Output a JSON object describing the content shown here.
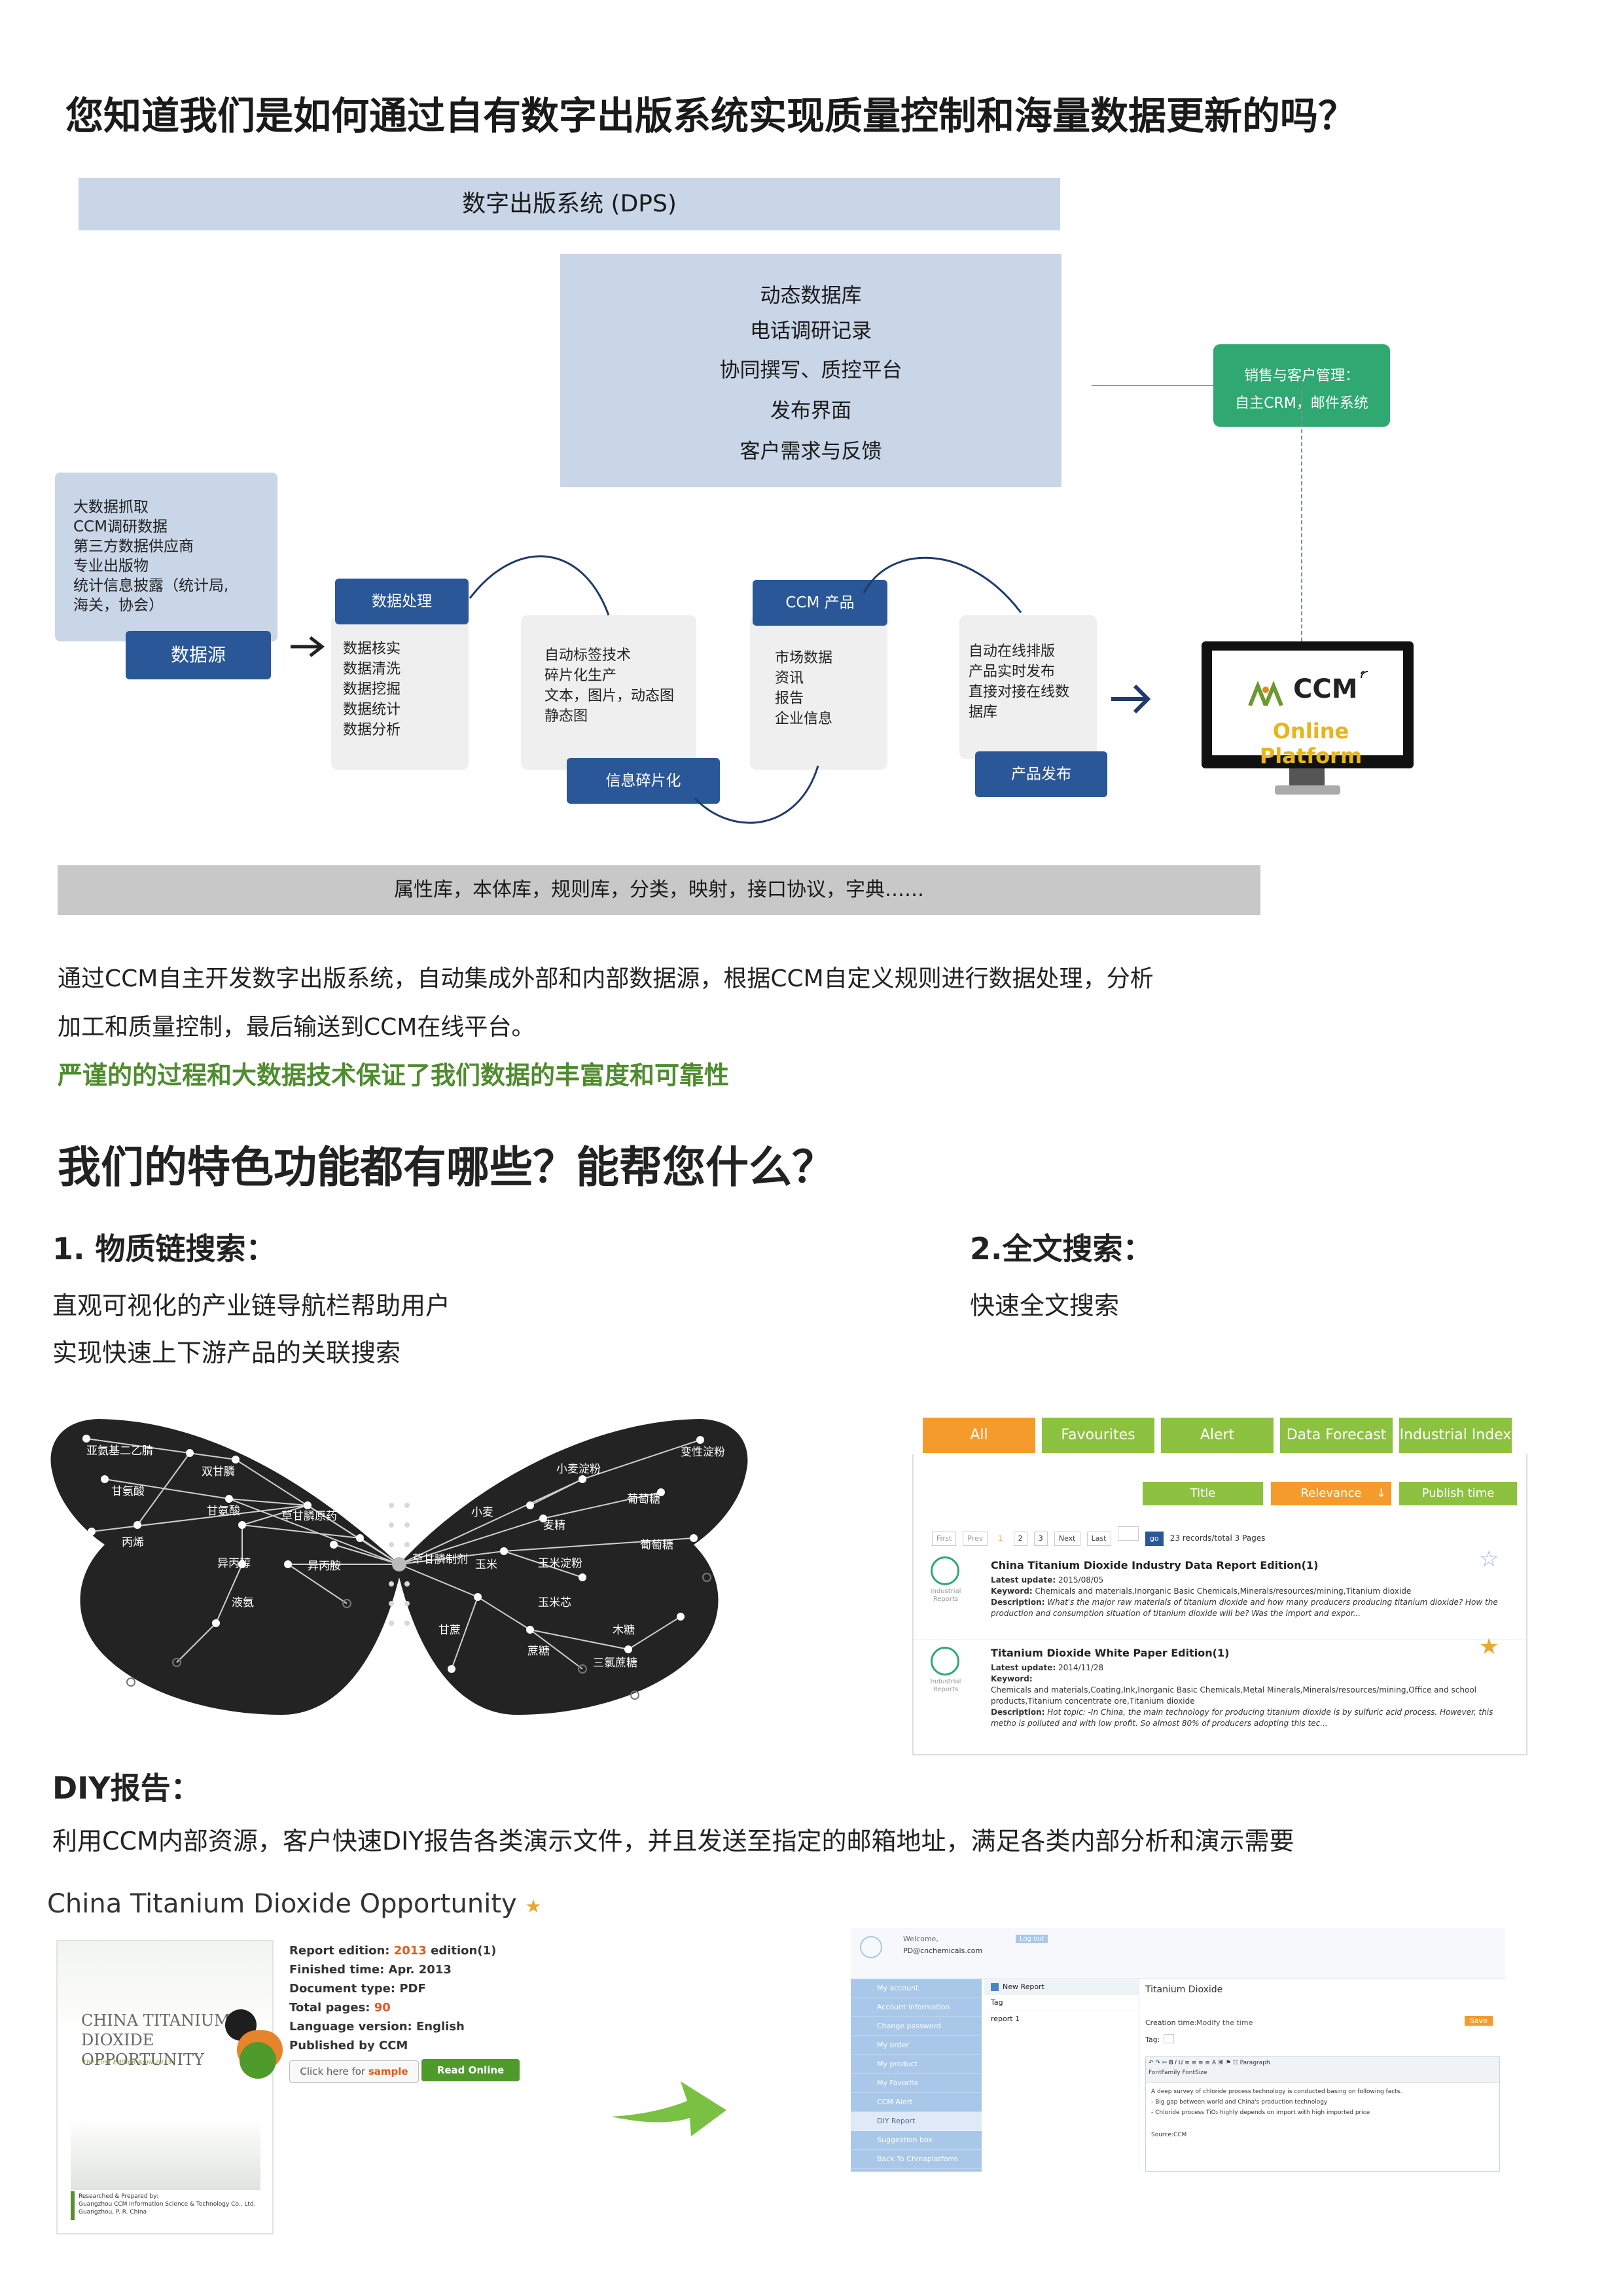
{
  "page_title": "您知道我们是如何通过自有数字出版系统实现质量控制和海量数据更新的吗？",
  "dps": {
    "title": "数字出版系统 (DPS)",
    "tools": [
      "动态数据库",
      "电话调研记录",
      "协同撰写、质控平台",
      "发布界面",
      "客户需求与反馈"
    ],
    "crm": [
      "销售与客户管理：",
      "自主CRM，邮件系统"
    ],
    "sources": [
      "大数据抓取",
      "CCM调研数据",
      "第三方数据供应商",
      "专业出版物",
      "统计信息披露（统计局,",
      "海关，协会）"
    ],
    "source_label": "数据源",
    "processing_label": "数据处理",
    "processing_items": [
      "数据核实",
      "数据清洗",
      "数据挖掘",
      "数据统计",
      "数据分析"
    ],
    "fragment_items": [
      "自动标签技术",
      "碎片化生产",
      "文本，图片，动态图",
      "静态图"
    ],
    "fragment_label": "信息碎片化",
    "product_label": "CCM 产品",
    "product_items": [
      "市场数据",
      "资讯",
      "报告",
      "企业信息"
    ],
    "publish_items": [
      "自动在线排版",
      "产品实时发布",
      "直接对接在线数",
      "据库"
    ],
    "publish_label": "产品发布",
    "platform_name": "CCM",
    "platform_sub": "Online Platform",
    "bottom_bar": "属性库，本体库，规则库，分类，映射，接口协议，字典……"
  },
  "intro": {
    "line1": "通过CCM自主开发数字出版系统，自动集成外部和内部数据源，根据CCM自定义规则进行数据处理，分析",
    "line2": "加工和质量控制，最后输送到CCM在线平台。",
    "highlight": "严谨的的过程和大数据技术保证了我们数据的丰富度和可靠性"
  },
  "features_title": "我们的特色功能都有哪些？能帮您什么？",
  "feature1": {
    "title": "1.  物质链搜索：",
    "line1": "直观可视化的产业链导航栏帮助用户",
    "line2": "实现快速上下游产品的关联搜索"
  },
  "feature2": {
    "title": "2.全文搜索：",
    "line1": "快速全文搜索"
  },
  "butterfly": {
    "left": [
      "亚氨基二乙腈",
      "双甘膦",
      "甘氨酸",
      "甘氨酸",
      "草甘膦原药",
      "丙烯",
      "异丙醇",
      "异丙胺",
      "液氨"
    ],
    "right": [
      "变性淀粉",
      "小麦淀粉",
      "小麦",
      "葡萄糖",
      "麦精",
      "葡萄糖",
      "草甘膦制剂",
      "玉米",
      "玉米淀粉",
      "玉米芯",
      "甘蔗",
      "木糖",
      "蔗糖",
      "三氯蔗糖"
    ]
  },
  "search_ui": {
    "tabs": [
      "All",
      "Favourites",
      "Alert",
      "Data Forecast",
      "Industrial Index"
    ],
    "sort_buttons": [
      "Title",
      "Relevance",
      "Publish time"
    ],
    "pager": [
      "First",
      "Prev",
      "1",
      "2",
      "3",
      "Next",
      "Last",
      "go"
    ],
    "pager_info": "23 records/total 3 Pages",
    "results": [
      {
        "title": "China Titanium Dioxide Industry Data Report Edition(1)",
        "update_label": "Latest update:",
        "update": "2015/08/05",
        "keyword_label": "Keyword:",
        "keyword": "Chemicals and materials,Inorganic Basic Chemicals,Minerals/resources/mining,Titanium dioxide",
        "desc_label": "Description:",
        "desc": "What's the major raw materials of titanium dioxide and how many producers producing titanium dioxide? How the production and consumption situation of titanium dioxide will be? Was the import and expor...",
        "type": "Industrial Reports"
      },
      {
        "title": "Titanium Dioxide White Paper Edition(1)",
        "update_label": "Latest update:",
        "update": "2014/11/28",
        "keyword_label": "Keyword:",
        "keyword": "Chemicals and materials,Coating,Ink,Inorganic Basic Chemicals,Metal Minerals,Minerals/resources/mining,Office and school products,Titanium concentrate ore,Titanium dioxide",
        "desc_label": "Description:",
        "desc": "Hot topic: -In China, the main technology for producing titanium dioxide is by sulfuric acid process. However, this metho is polluted and with low profit. So almost 80% of producers adopting this tec...",
        "type": "Industrial Reports"
      }
    ]
  },
  "diy": {
    "title": "DIY报告：",
    "desc": "利用CCM内部资源，客户快速DIY报告各类演示文件，并且发送至指定的邮箱地址，满足各类内部分析和演示需要"
  },
  "report": {
    "heading": "China Titanium Dioxide Opportunity",
    "cover_title": "CHINA TITANIUM DIOXIDE OPPORTUNITY",
    "cover_edition": "The First Edition  April 2013",
    "cover_footer_1": "Researched & Prepared by:",
    "cover_footer_2": "Guangzhou CCM Information Science & Technology Co., Ltd.",
    "cover_footer_3": "Guangzhou, P. R. China",
    "meta": [
      {
        "label": "Report edition: ",
        "value": "2013",
        "suffix": " edition(1)"
      },
      {
        "label": "Finished time: ",
        "value": "Apr. 2013",
        "suffix": ""
      },
      {
        "label": "Document type: ",
        "value": "PDF",
        "suffix": ""
      },
      {
        "label": "Total pages: ",
        "value": "90",
        "suffix": ""
      },
      {
        "label": "Language version: ",
        "value": "English",
        "suffix": ""
      },
      {
        "label": "Published by ",
        "value": "CCM",
        "suffix": ""
      }
    ],
    "sample_prefix": "Click here for ",
    "sample_word": "sample",
    "read_online": "Read Online"
  },
  "diy_app": {
    "welcome": "Welcome,",
    "email": "PD@cnchemicals.com",
    "logout": "Log out",
    "menu": [
      "My account",
      "Account information",
      "Change password",
      "My order",
      "My product",
      "My Favorite",
      "CCM Alert",
      "DIY Report",
      "Suggestion box",
      "Back To Chinaplatform"
    ],
    "new_report": "New Report",
    "tag_label": "Tag",
    "report_item": "report 1",
    "doc_title": "Titanium Dioxide",
    "creation_label": "Creation time:",
    "creation_value": "Modify the time",
    "save": "Save",
    "tag_field": "Tag:",
    "font_family": "FontFamily",
    "font_size": "FontSize",
    "paragraph": "Paragraph",
    "body": [
      "A deep survey of chloride process technology is conducted basing on following facts.",
      "- Big gap between world and China's production technology",
      "- Chloride process TiO₂ highly depends on import with high imported price",
      "Source:CCM"
    ]
  },
  "colors": {
    "navy": "#2a5797",
    "light_blue": "#c9d6e8",
    "green_box": "#2fa871",
    "tab_green": "#8cc23f",
    "orange": "#f59b2b",
    "highlight_green": "#4f8c2f"
  }
}
